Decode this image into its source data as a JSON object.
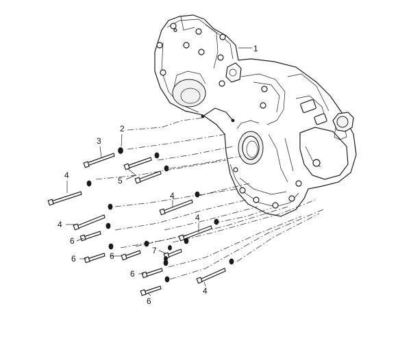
{
  "diagram": {
    "callouts": {
      "c1": "1",
      "c2": "2",
      "c3": "3",
      "c4a": "4",
      "c4b": "4",
      "c4c": "4",
      "c4d": "4",
      "c4e": "4",
      "c5": "5",
      "c6a": "6",
      "c6b": "6",
      "c6c": "6",
      "c6d": "6",
      "c6e": "6",
      "c7": "7"
    }
  }
}
